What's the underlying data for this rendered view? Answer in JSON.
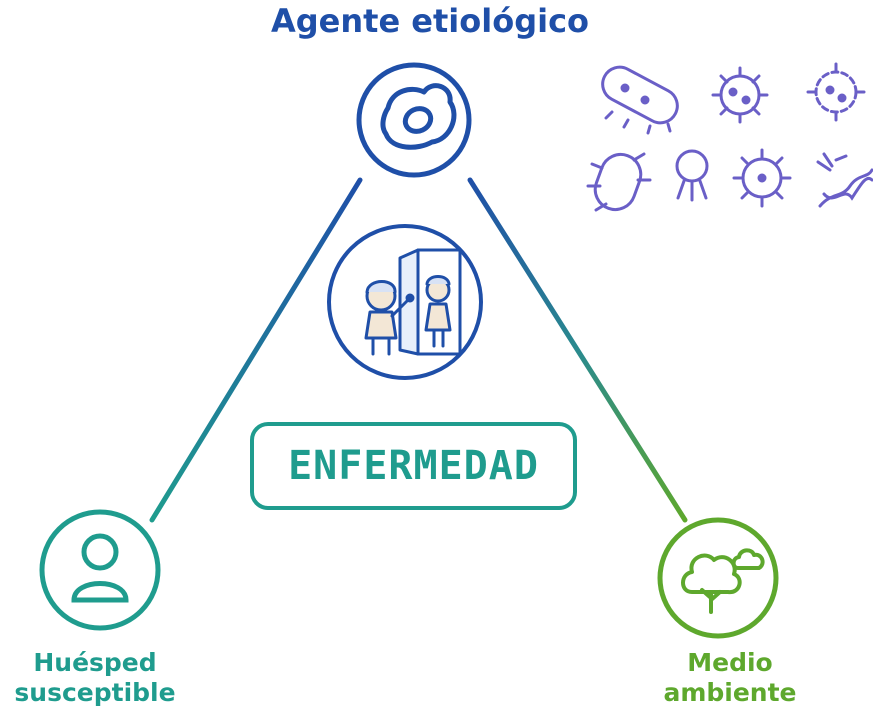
{
  "labels": {
    "agent": "Agente etiológico",
    "host_line1": "Huésped",
    "host_line2": "susceptible",
    "environment_line1": "Medio",
    "environment_line2": "ambiente",
    "center": "ENFERMEDAD"
  },
  "colors": {
    "agent": "#1f4fa8",
    "host": "#1f9c8e",
    "environment": "#5ea82d",
    "microbes": "#6a5fc7"
  },
  "icons": {
    "agent": "egg-cell-icon",
    "host": "person-icon",
    "environment": "tree-cloud-icon",
    "center": "children-door-icon",
    "microbes": [
      "bacillus-icon",
      "virus-icon",
      "virus-cluster-icon",
      "bacterium-flagella-icon",
      "phage-icon",
      "spiky-virus-icon",
      "dna-strand-icon"
    ]
  }
}
